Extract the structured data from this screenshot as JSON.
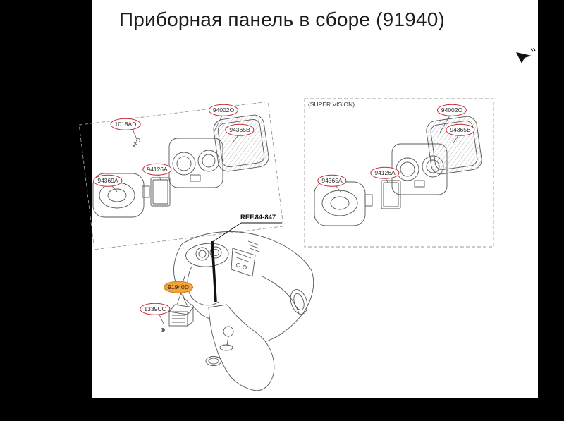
{
  "page": {
    "title": "Приборная панель в сборе (91940)"
  },
  "left_diagram": {
    "labels": [
      "1018AD",
      "94002O",
      "94365B",
      "94126A",
      "94369A"
    ]
  },
  "right_diagram": {
    "caption": "(SUPER VISION)",
    "labels": [
      "94002O",
      "94365B",
      "94126A",
      "94365A"
    ]
  },
  "dashboard_diagram": {
    "ref_label": "REF.84-847",
    "highlighted_callout": "91940D",
    "screw_callout": "1339CC"
  },
  "icons": {
    "corner": "cursor-arrow-icon"
  },
  "colors": {
    "callout_outline": "#c4262e",
    "highlight_fill": "#f2a43a",
    "letterbox": "#000000",
    "line_art": "#555555"
  }
}
